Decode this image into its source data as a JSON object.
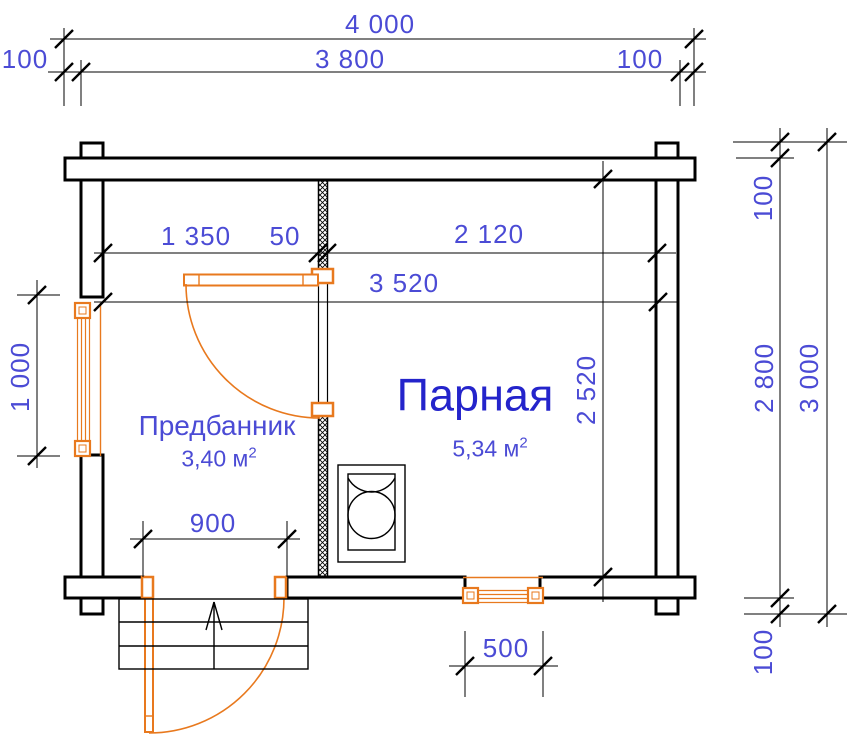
{
  "dims": {
    "overall_width": "4 000",
    "margin_left": "100",
    "wall_to_wall_width": "3 800",
    "margin_right": "100",
    "anteroom_width": "1 350",
    "partition_thickness": "50",
    "steam_room_width": "2 120",
    "interior_width": "3 520",
    "interior_depth": "2 520",
    "left_window_height": "1 000",
    "entrance_door_width": "900",
    "bottom_window_width": "500",
    "right_margin_top": "100",
    "wall_to_wall_height": "2 800",
    "overall_height": "3 000",
    "right_margin_bottom": "100"
  },
  "rooms": [
    {
      "name": "Предбанник",
      "area": "3,40 м",
      "area_sup": "2"
    },
    {
      "name": "Парная",
      "area": "5,34 м",
      "area_sup": "2"
    }
  ],
  "colors": {
    "accent": "#e8791e",
    "dim_text": "#4b4bd5",
    "room_label": "#2424cb",
    "line": "#000000"
  }
}
